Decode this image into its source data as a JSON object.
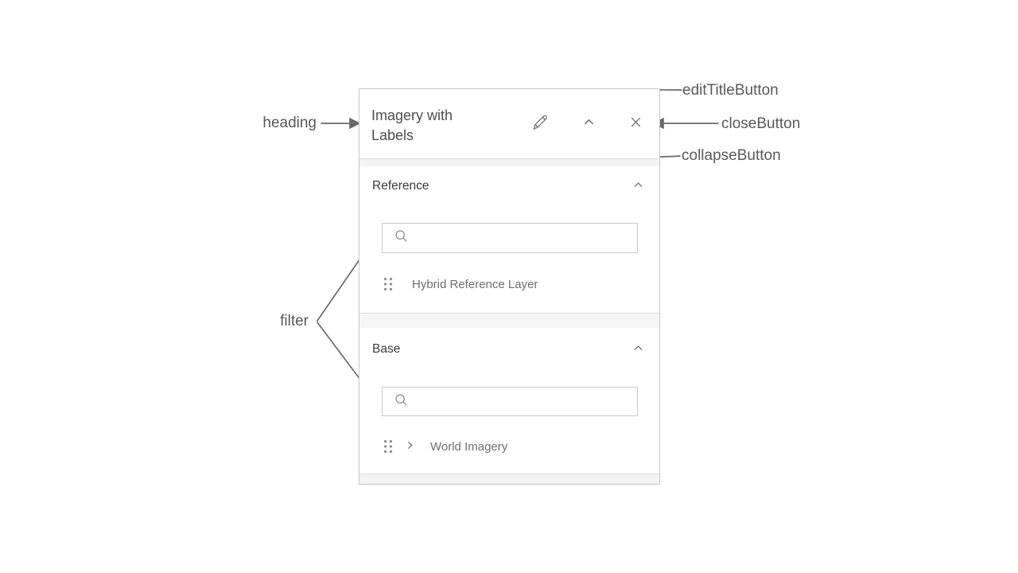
{
  "panel": {
    "heading": "Imagery with Labels",
    "header_buttons": {
      "edit_title": "edit-title",
      "collapse": "collapse",
      "close": "close"
    },
    "sections": [
      {
        "title": "Reference",
        "filter": {
          "value": "",
          "placeholder": ""
        },
        "items": [
          {
            "label": "Hybrid Reference Layer",
            "expandable": false
          }
        ]
      },
      {
        "title": "Base",
        "filter": {
          "value": "",
          "placeholder": ""
        },
        "items": [
          {
            "label": "World Imagery",
            "expandable": true
          }
        ]
      }
    ]
  },
  "annotations": {
    "heading": "heading",
    "edit_title_button": "editTitleButton",
    "close_button": "closeButton",
    "collapse_button": "collapseButton",
    "filter": "filter"
  },
  "colors": {
    "panel_border": "#c8c8c8",
    "separator_band": "#f4f4f4",
    "title_text": "#4d4d4d",
    "section_text": "#3b3b3b",
    "item_text": "#6e6e6e",
    "icon": "#6e6e6e",
    "annotation_text": "#595959",
    "arrow": "#6a6a6a"
  }
}
